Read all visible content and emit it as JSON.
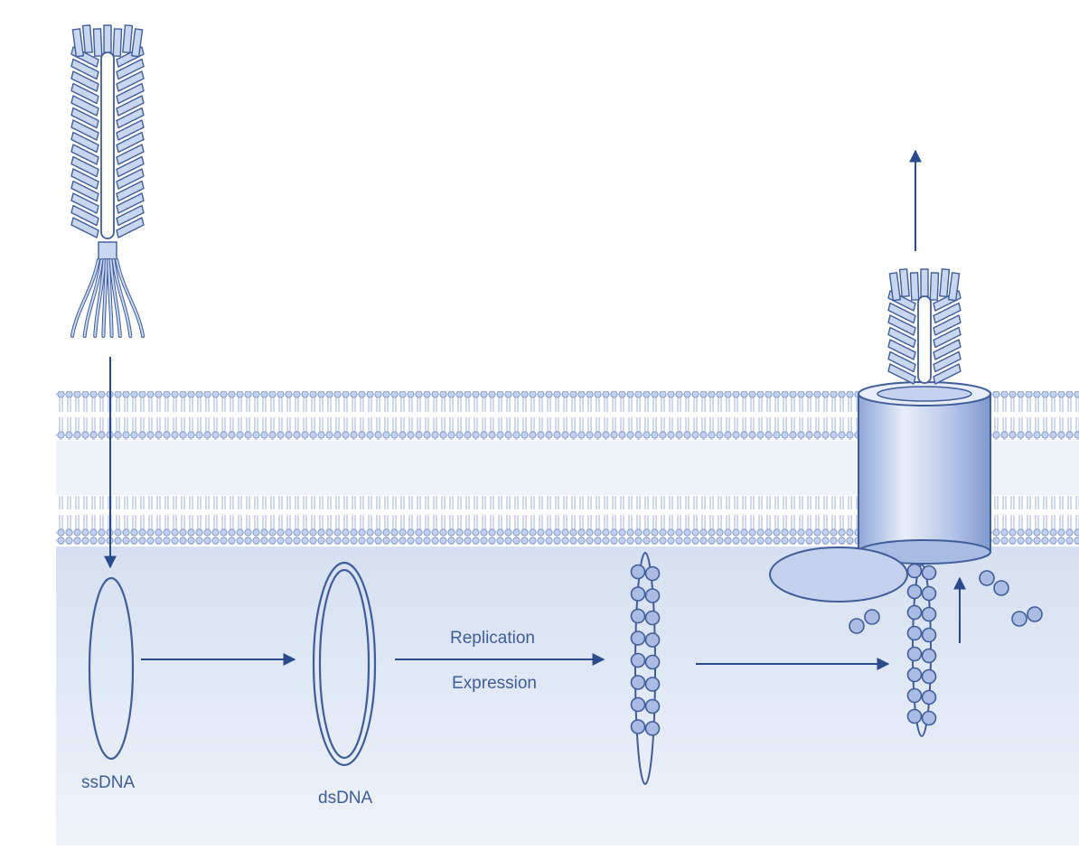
{
  "labels": {
    "ssdna": "ssDNA",
    "dsdna": "dsDNA",
    "replication": "Replication",
    "expression": "Expression"
  },
  "colors": {
    "outline": "#3f5d9a",
    "fill_light": "#c9d6f0",
    "fill_mid": "#aabce4",
    "cytoplasm": "#e3eaf6",
    "periplasm": "#eef2f9",
    "membrane_fill": "#d7e1f3",
    "arrow": "#2a4a8c"
  }
}
